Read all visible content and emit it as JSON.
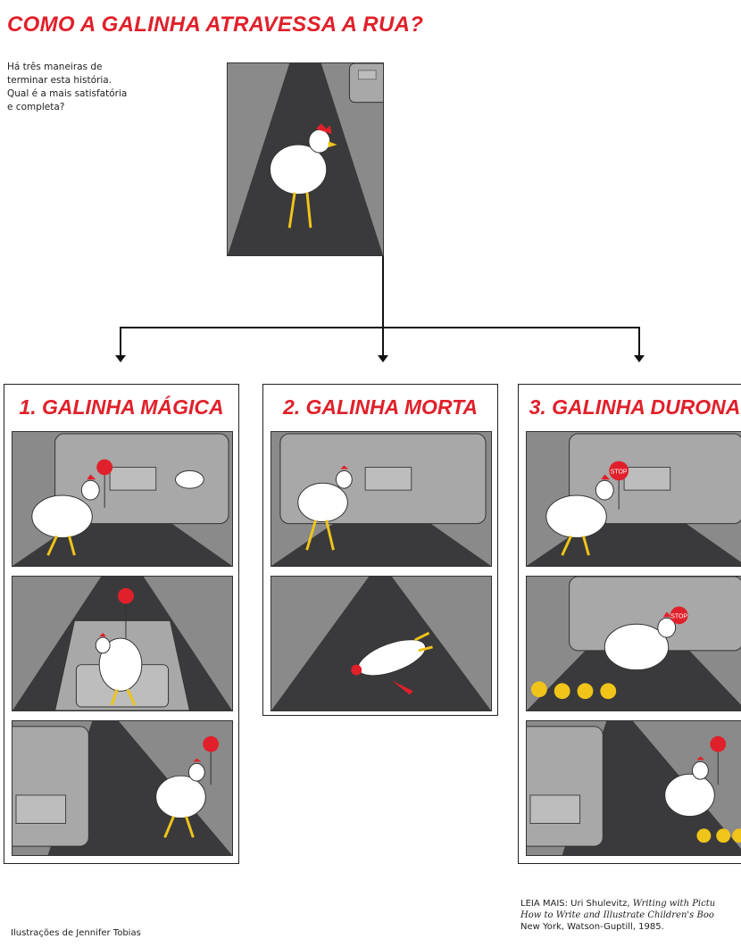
{
  "header": {
    "title": "COMO A GALINHA ATRAVESSA A RUA?"
  },
  "intro": {
    "text_line1": "Há três maneiras de",
    "text_line2": "terminar esta história.",
    "text_line3": "Qual é a mais satisfatória",
    "text_line4": "e completa?"
  },
  "endings": [
    {
      "heading": "1. GALINHA MÁGICA"
    },
    {
      "heading": "2. GALINHA MORTA"
    },
    {
      "heading": "3. GALINHA DURONA"
    }
  ],
  "signs": {
    "stop": "STOP"
  },
  "footer": {
    "credit": "Ilustrações de Jennifer Tobias",
    "read_more_label": "LEIA MAIS: Uri Shulevitz,",
    "book_title_1": "Writing with Pictu",
    "book_title_2": "How to Write and Illustrate Children's Boo",
    "publisher": "New York, Watson-Guptill, 1985."
  },
  "colors": {
    "accent": "#e0202a",
    "road": "#3a3a3c",
    "bg_gray": "#8a8a8a",
    "truck": "#a8a8a8"
  }
}
